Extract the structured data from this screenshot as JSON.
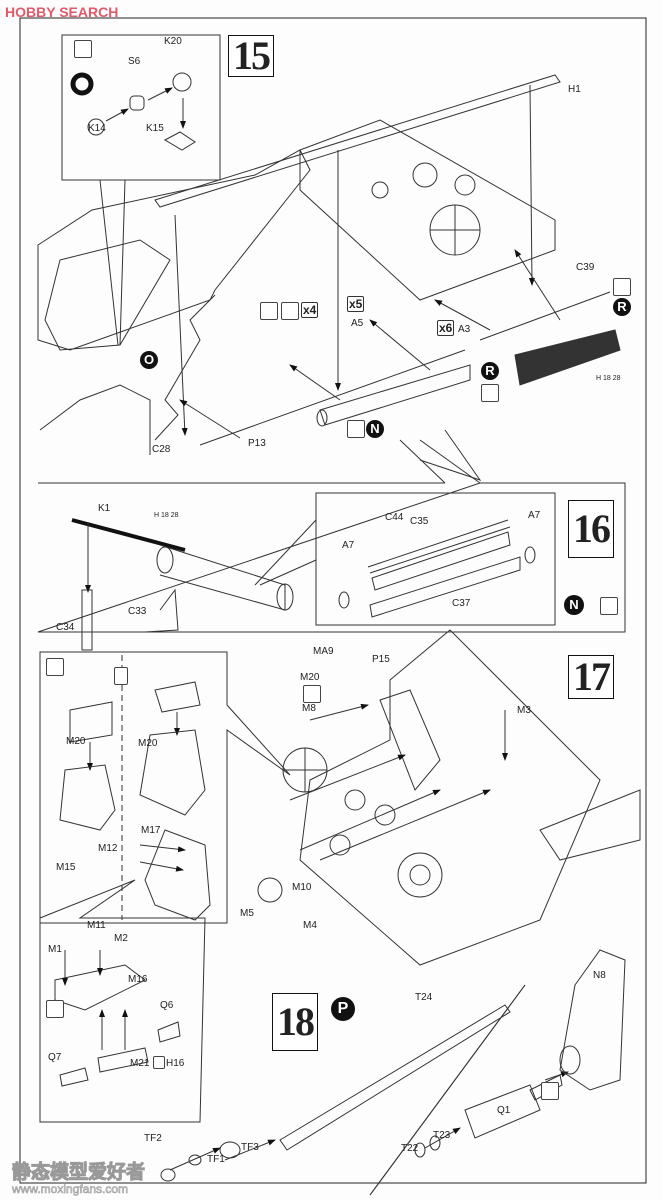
{
  "watermark_top": {
    "logo": "HOBBY SEARCH"
  },
  "watermark_bottom": {
    "title": "静态模型爱好者",
    "url": "www.moxingfans.com"
  },
  "steps": {
    "s15": {
      "number": "15",
      "labels": {
        "k20": "K20",
        "s6": "S6",
        "k14": "K14",
        "k15": "K15",
        "h1": "H1",
        "c39": "C39",
        "a5": "A5",
        "a3": "A3",
        "p13": "P13",
        "c28": "C28"
      },
      "badges": {
        "x4": "x4",
        "x5": "x5",
        "x6": "x6",
        "ref": "H 18 28"
      },
      "markers": {
        "o1": "O",
        "o2": "O",
        "r1": "R",
        "r2": "R",
        "n": "N"
      }
    },
    "s16": {
      "number": "16",
      "labels": {
        "k1": "K1",
        "c34": "C34",
        "c33": "C33",
        "c44": "C44",
        "c35": "C35",
        "a7a": "A7",
        "a7b": "A7",
        "c37": "C37"
      },
      "badges": {
        "ref": "H 18 28"
      },
      "markers": {
        "n": "N"
      }
    },
    "s17": {
      "number": "17",
      "labels": {
        "m20a": "M20",
        "m20b": "M20",
        "m17": "M17",
        "m15": "M15",
        "ma9": "MA9",
        "p15": "P15",
        "m20c": "M20",
        "m8": "M8",
        "m3": "M3",
        "m12": "M12",
        "m10": "M10",
        "m5": "M5",
        "m4": "M4",
        "m11": "M11",
        "m2": "M2",
        "m1": "M1",
        "m16": "M16",
        "q6": "Q6",
        "q7": "Q7",
        "m21": "M21",
        "h16": "H16"
      }
    },
    "s18": {
      "number": "18",
      "labels": {
        "t24": "T24",
        "n8": "N8",
        "q1": "Q1",
        "t22": "T22",
        "t23": "T23",
        "tf2": "TF2",
        "tf1": "TF1",
        "tf3": "TF3"
      },
      "markers": {
        "p": "P"
      }
    }
  },
  "colors": {
    "ink": "#111111",
    "watermark": "#e05a6a"
  }
}
